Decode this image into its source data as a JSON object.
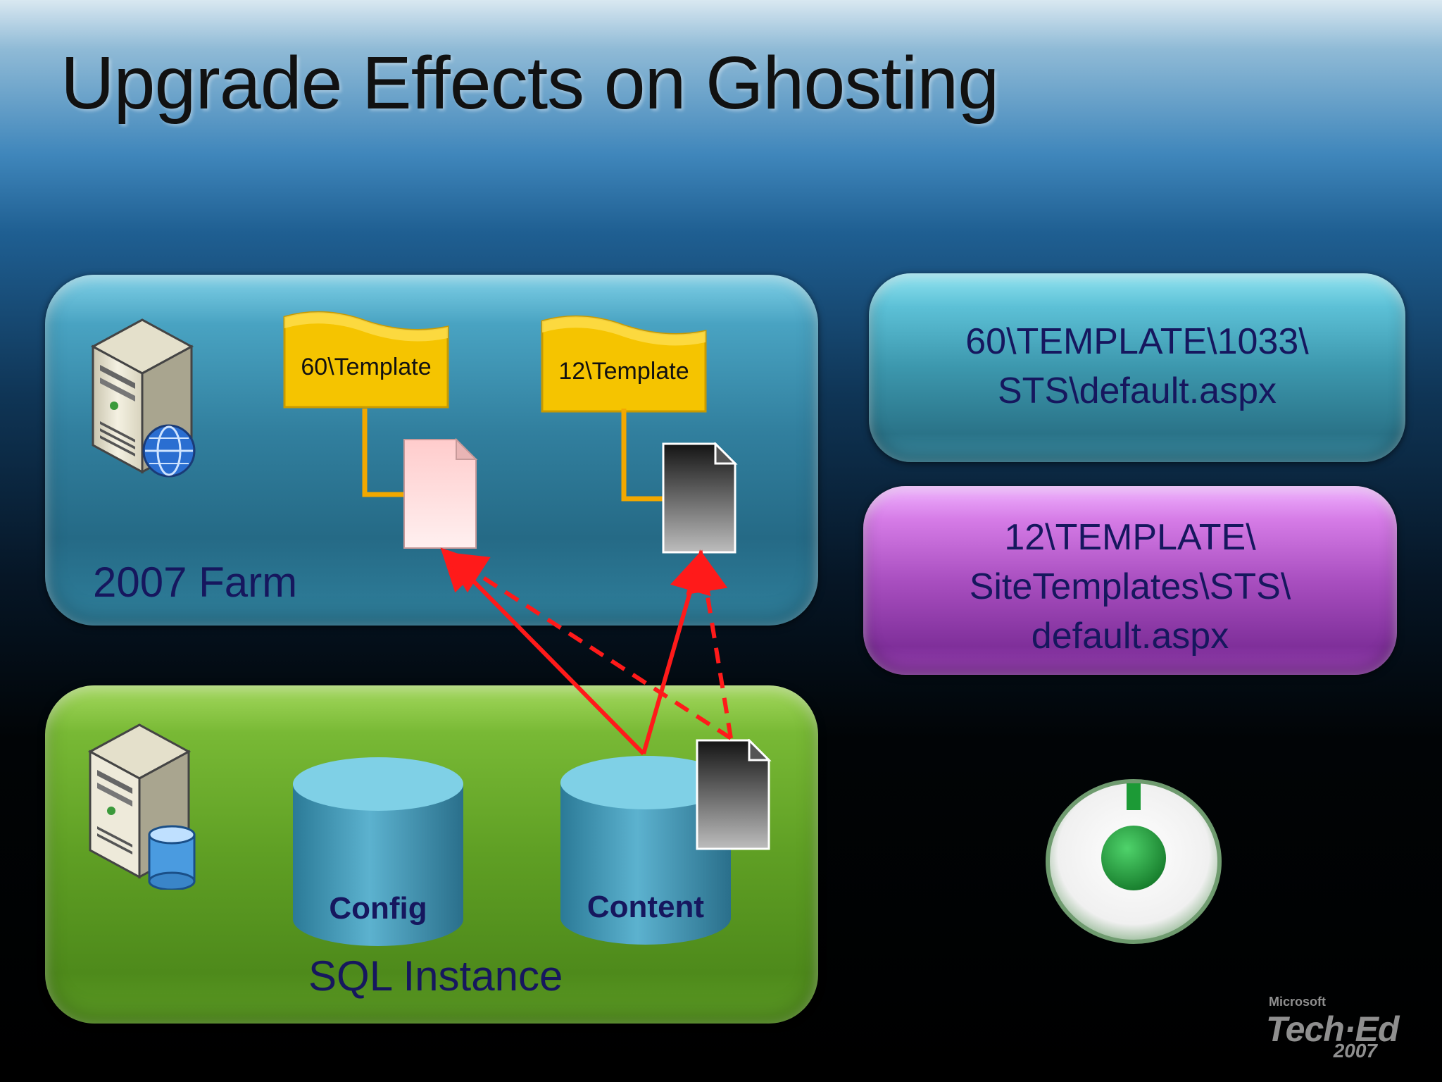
{
  "title": "Upgrade Effects on Ghosting",
  "farm": {
    "label": "2007 Farm",
    "folders": [
      {
        "label": "60\\Template"
      },
      {
        "label": "12\\Template"
      }
    ]
  },
  "sql": {
    "label": "SQL Instance",
    "databases": [
      {
        "label": "Config"
      },
      {
        "label": "Content"
      }
    ]
  },
  "paths": [
    {
      "text": "60\\TEMPLATE\\1033\\\nSTS\\default.aspx"
    },
    {
      "text": "12\\TEMPLATE\\\nSiteTemplates\\STS\\\ndefault.aspx"
    }
  ],
  "logo": {
    "line1": "Microsoft",
    "line2": "Tech·Ed",
    "line3": "2007"
  },
  "colors": {
    "arrow": "#ff1a1a",
    "folder": "#f5c400",
    "connector": "#f2a800",
    "text": "#16175e"
  }
}
